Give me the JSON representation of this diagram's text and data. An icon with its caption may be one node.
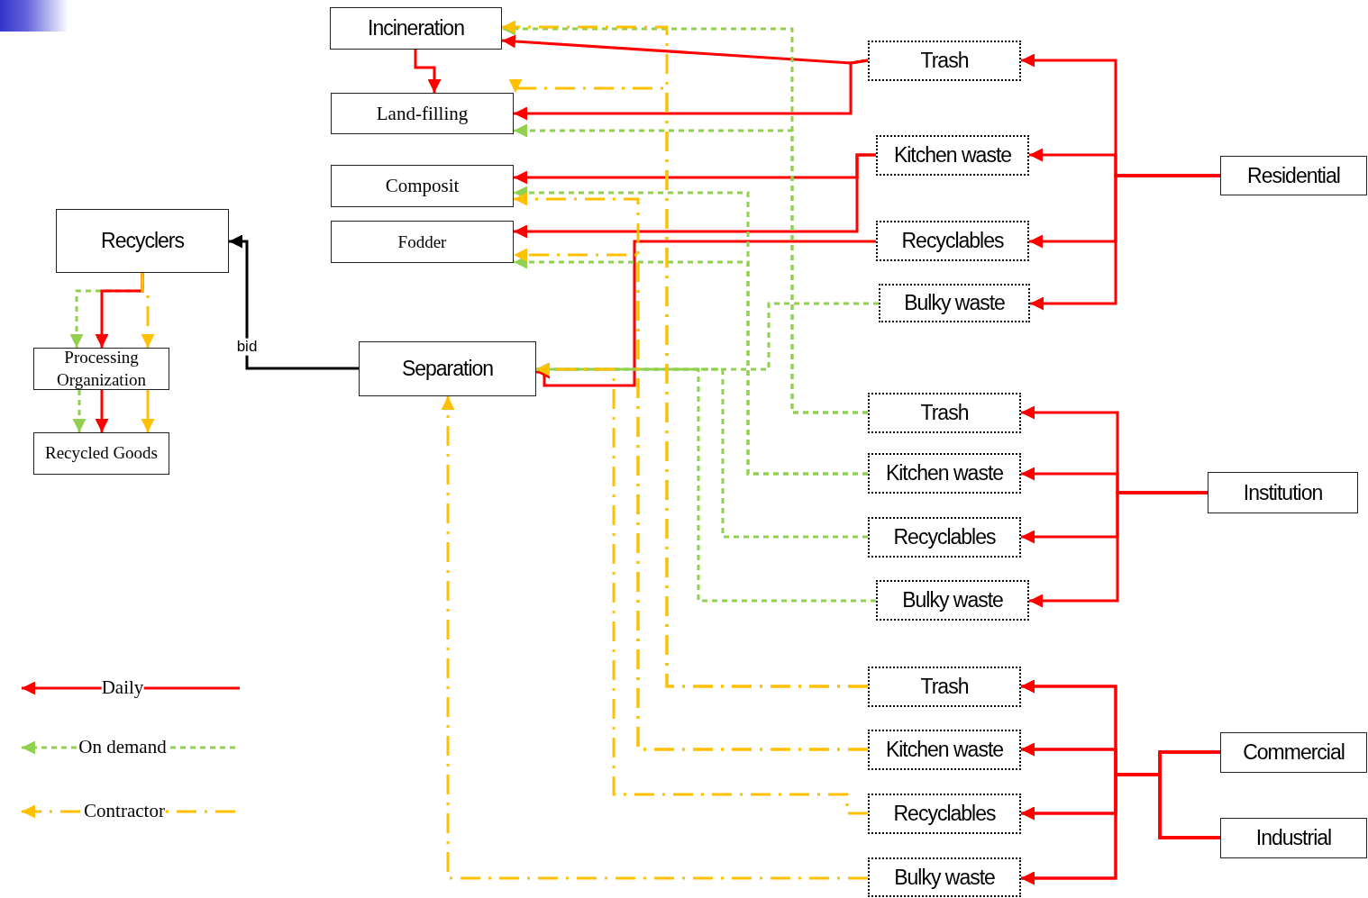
{
  "diagram": {
    "nodes": [
      {
        "text": [
          "Incineration"
        ]
      },
      {
        "text": [
          "Land-filling"
        ]
      },
      {
        "text": [
          "Composit"
        ]
      },
      {
        "text": [
          "Fodder"
        ]
      },
      {
        "text": [
          "Recyclers"
        ]
      },
      {
        "text": [
          "Processing Organization"
        ]
      },
      {
        "text": [
          "Recycled Goods"
        ]
      },
      {
        "text": [
          "Separation"
        ]
      },
      {
        "text": [
          "Trash"
        ]
      },
      {
        "text": [
          "Kitchen waste"
        ]
      },
      {
        "text": [
          "Recyclables"
        ]
      },
      {
        "text": [
          "Bulky waste"
        ]
      },
      {
        "text": [
          "Residential"
        ]
      },
      {
        "text": [
          "Trash"
        ]
      },
      {
        "text": [
          "Kitchen waste"
        ]
      },
      {
        "text": [
          "Recyclables"
        ]
      },
      {
        "text": [
          "Bulky waste"
        ]
      },
      {
        "text": [
          "Institution"
        ]
      },
      {
        "text": [
          "Trash"
        ]
      },
      {
        "text": [
          "Kitchen waste"
        ]
      },
      {
        "text": [
          "Recyclables"
        ]
      },
      {
        "text": [
          "Bulky waste"
        ]
      },
      {
        "text": [
          "Commercial"
        ]
      },
      {
        "text": [
          "Industrial"
        ]
      }
    ],
    "edges": [
      {
        "from": 12,
        "to": 8,
        "arrow": "to"
      },
      {
        "from": 12,
        "to": 9,
        "arrow": "to"
      },
      {
        "from": 12,
        "to": 10,
        "arrow": "to"
      },
      {
        "from": 12,
        "to": 11,
        "arrow": "to"
      },
      {
        "from": 17,
        "to": 13,
        "arrow": "to"
      },
      {
        "from": 17,
        "to": 14,
        "arrow": "to"
      },
      {
        "from": 17,
        "to": 15,
        "arrow": "to"
      },
      {
        "from": 17,
        "to": 16,
        "arrow": "to"
      },
      {
        "from": 22,
        "to": 18,
        "arrow": "to"
      },
      {
        "from": 22,
        "to": 19,
        "arrow": "to"
      },
      {
        "from": 22,
        "to": 20,
        "arrow": "to"
      },
      {
        "from": 22,
        "to": 21,
        "arrow": "to"
      },
      {
        "from": 23,
        "to": 18,
        "arrow": "to"
      },
      {
        "from": 23,
        "to": 19,
        "arrow": "to"
      },
      {
        "from": 23,
        "to": 20,
        "arrow": "to"
      },
      {
        "from": 23,
        "to": 21,
        "arrow": "to"
      },
      {
        "from": 8,
        "to": 0,
        "arrow": "to"
      },
      {
        "from": 8,
        "to": 1,
        "arrow": "to"
      },
      {
        "from": 0,
        "to": 1,
        "arrow": "to"
      },
      {
        "from": 9,
        "to": 2,
        "arrow": "to"
      },
      {
        "from": 9,
        "to": 3,
        "arrow": "to"
      },
      {
        "from": 10,
        "to": 7,
        "arrow": "to"
      },
      {
        "from": 11,
        "to": 7,
        "arrow": "to",
        "style": "dashed",
        "color": "#92d050"
      },
      {
        "from": 13,
        "to": 0,
        "arrow": "to",
        "style": "dashed",
        "color": "#92d050"
      },
      {
        "from": 13,
        "to": 1,
        "arrow": "to",
        "style": "dashed",
        "color": "#92d050"
      },
      {
        "from": 14,
        "to": 2,
        "arrow": "to",
        "style": "dashed",
        "color": "#92d050"
      },
      {
        "from": 14,
        "to": 3,
        "arrow": "to",
        "style": "dashed",
        "color": "#92d050"
      },
      {
        "from": 15,
        "to": 7,
        "arrow": "to",
        "style": "dashed",
        "color": "#92d050"
      },
      {
        "from": 16,
        "to": 7,
        "arrow": "to",
        "style": "dashed",
        "color": "#92d050"
      },
      {
        "from": 18,
        "to": 0,
        "arrow": "to",
        "style": "dashed",
        "color": "#ffc000"
      },
      {
        "from": 18,
        "to": 1,
        "arrow": "to",
        "style": "dashed",
        "color": "#ffc000"
      },
      {
        "from": 19,
        "to": 2,
        "arrow": "to",
        "style": "dashed",
        "color": "#ffc000"
      },
      {
        "from": 19,
        "to": 3,
        "arrow": "to",
        "style": "dashed",
        "color": "#ffc000"
      },
      {
        "from": 20,
        "to": 7,
        "arrow": "to",
        "style": "dashed",
        "color": "#ffc000"
      },
      {
        "from": 21,
        "to": 7,
        "arrow": "to",
        "style": "dashed",
        "color": "#ffc000"
      },
      {
        "from": 7,
        "to": 4,
        "arrow": "to",
        "label": "bid",
        "color": "#000000"
      },
      {
        "from": 4,
        "to": 5,
        "arrow": "to",
        "style": "dashed",
        "color": "#92d050"
      },
      {
        "from": 4,
        "to": 5,
        "arrow": "to"
      },
      {
        "from": 4,
        "to": 5,
        "arrow": "to",
        "style": "dashed",
        "color": "#ffc000"
      },
      {
        "from": 5,
        "to": 6,
        "arrow": "to",
        "style": "dashed",
        "color": "#92d050"
      },
      {
        "from": 5,
        "to": 6,
        "arrow": "to"
      },
      {
        "from": 5,
        "to": 6,
        "arrow": "to",
        "color": "#ffc000"
      }
    ],
    "legend": [
      {
        "text": "Daily"
      },
      {
        "text": "On demand"
      },
      {
        "text": "Contractor"
      }
    ]
  }
}
